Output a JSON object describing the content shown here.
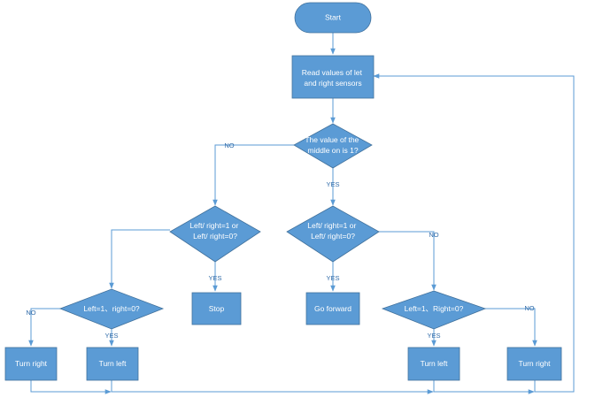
{
  "nodes": {
    "start": {
      "lines": [
        "Start"
      ]
    },
    "read_sensors": {
      "lines": [
        "Read values of let",
        "and right sensors"
      ]
    },
    "middle_check": {
      "lines": [
        "The value of the",
        "middle on is 1?"
      ]
    },
    "left_branch_check": {
      "lines": [
        "Left/ right=1 or",
        "Left/ right=0?"
      ]
    },
    "middle_branch_check": {
      "lines": [
        "Left/ right=1 or",
        "Left/ right=0?"
      ]
    },
    "left_right_check_a": {
      "lines": [
        "Left=1、right=0?"
      ]
    },
    "left_right_check_b": {
      "lines": [
        "Left=1、Right=0?"
      ]
    },
    "stop": {
      "lines": [
        "Stop"
      ]
    },
    "go_forward": {
      "lines": [
        "Go forward"
      ]
    },
    "turn_right_a": {
      "lines": [
        "Turn right"
      ]
    },
    "turn_left_a": {
      "lines": [
        "Turn left"
      ]
    },
    "turn_left_b": {
      "lines": [
        "Turn left"
      ]
    },
    "turn_right_b": {
      "lines": [
        "Turn right"
      ]
    }
  },
  "edge_labels": {
    "middle_no": "NO",
    "middle_yes": "YES",
    "left_branch_yes": "YES",
    "middle_branch_yes": "YES",
    "middle_branch_no": "NO",
    "check_a_no": "NO",
    "check_a_yes": "YES",
    "check_b_yes": "YES",
    "check_b_no": "NO"
  },
  "colors": {
    "fill": "#5b9bd5",
    "stroke": "#41719c",
    "wire": "#5b9bd5",
    "text": "#ffffff",
    "label": "#2f6aa8"
  }
}
